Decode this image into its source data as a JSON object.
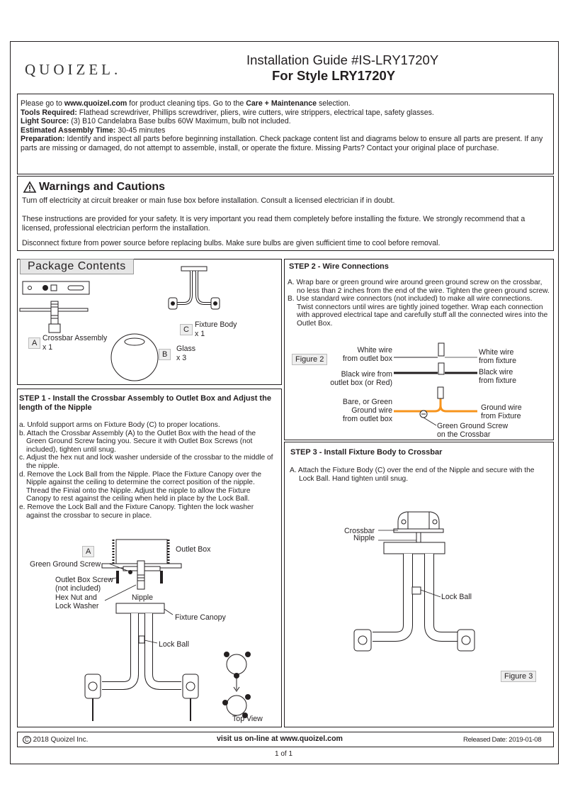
{
  "header": {
    "logo": "QUOIZEL.",
    "guide_title": "Installation Guide #IS-LRY1720Y",
    "style_title": "For Style LRY1720Y"
  },
  "intro": {
    "line1_pre": "Please go to ",
    "line1_url": "www.quoizel.com",
    "line1_mid": " for product cleaning tips. Go to the ",
    "line1_care": "Care + Maintenance",
    "line1_post": " selection.",
    "tools_label": "Tools Required:",
    "tools_text": " Flathead screwdriver, Phillips screwdriver, pliers, wire cutters, wire strippers, electrical tape, safety glasses.",
    "light_label": "Light Source:",
    "light_text": " (3) B10 Candelabra Base bulbs 60W Maximum, bulb not included.",
    "time_label": "Estimated Assembly Time:",
    "time_text": " 30-45 minutes",
    "prep_label": "Preparation:",
    "prep_text": " Identify and inspect all parts before beginning installation. Check package content list and diagrams below to ensure all parts are present. If any parts are missing or damaged, do not attempt to assemble, install, or operate the fixture. Missing Parts? Contact your original place of purchase."
  },
  "warnings": {
    "title": "Warnings and Cautions",
    "p1": "Turn off electricity at circuit breaker or main fuse box before installation. Consult a licensed electrician if in doubt.",
    "p2": "These instructions are provided for your safety. It is very important you read them completely before installing the fixture. We strongly recommend that a licensed, professional electrician perform the installation.",
    "p3": "Disconnect fixture from power source before replacing bulbs. Make sure bulbs are given sufficient time to cool before removal."
  },
  "package": {
    "title": "Package Contents",
    "items": [
      {
        "letter": "A",
        "name": "Crossbar Assembly",
        "qty": "x 1"
      },
      {
        "letter": "B",
        "name": "Glass",
        "qty": "x 3"
      },
      {
        "letter": "C",
        "name": "Fixture Body",
        "qty": "x 1"
      }
    ]
  },
  "step1": {
    "title": "STEP 1 - Install the Crossbar Assembly to Outlet Box and Adjust the length of the Nipple",
    "steps": [
      "a. Unfold support arms on Fixture Body (C) to proper locations.",
      "b. Attach the Crossbar Assembly (A) to the Outlet Box with the head of the Green Ground Screw facing you. Secure it with Outlet Box Screws (not included), tighten until snug.",
      "c. Adjust the hex nut and lock washer underside of the crossbar to the middle of the nipple.",
      "d. Remove the Lock Ball from the Nipple. Place the Fixture Canopy over the Nipple against the ceiling to determine the correct position of the nipple. Thread the Finial onto the Nipple. Adjust the nipple to allow the Fixture Canopy to rest against the ceiling when held in place by the Lock Ball.",
      "e. Remove the Lock Ball and the Fixture Canopy. Tighten the lock washer against the crossbar to secure in place."
    ],
    "labels": {
      "a": "A",
      "outlet_box": "Outlet Box",
      "green_ground_screw": "Green Ground Screw",
      "outlet_box_screw": "Outlet Box Screw",
      "not_included": "(not included)",
      "hex_nut": "Hex Nut and",
      "lock_washer": "Lock Washer",
      "nipple": "Nipple",
      "fixture_canopy": "Fixture Canopy",
      "lock_ball": "Lock Ball",
      "top_view": "Top View"
    }
  },
  "step2": {
    "title": "STEP 2 - Wire Connections",
    "steps": [
      "A. Wrap bare or green ground wire around green ground screw on the crossbar, no less than 2 inches from the end of the wire. Tighten the green ground screw.",
      "B. Use standard wire connectors (not included) to make all wire connections. Twist connectors until wires are tightly joined together. Wrap each connection with approved electrical tape and carefully stuff all the connected wires into the Outlet Box."
    ],
    "figure": "Figure 2",
    "labels": {
      "white_out_1": "White wire",
      "white_out_2": "from outlet box",
      "white_fix_1": "White wire",
      "white_fix_2": "from fixture",
      "black_out_1": "Black wire from",
      "black_out_2": "outlet box (or Red)",
      "black_fix_1": "Black wire",
      "black_fix_2": "from fixture",
      "ground_out_1": "Bare, or Green",
      "ground_out_2": "Ground wire",
      "ground_out_3": "from outlet box",
      "ground_fix_1": "Ground wire",
      "ground_fix_2": "from Fixture",
      "screw_1": "Green Ground Screw",
      "screw_2": "on the Crossbar"
    },
    "ground_color": "#f7941d"
  },
  "step3": {
    "title": "STEP 3 - Install Fixture Body to Crossbar",
    "steps": [
      "A. Attach the Fixture Body (C) over the end of the Nipple and secure with the Lock Ball. Hand tighten until snug."
    ],
    "figure": "Figure 3",
    "labels": {
      "crossbar": "Crossbar",
      "nipple": "Nipple",
      "lock_ball": "Lock Ball"
    }
  },
  "footer": {
    "copyright": "2018 Quoizel Inc.",
    "visit": "visit us on-line at www.quoizel.com",
    "released": "Released Date: 2019-01-08",
    "page": "1 of 1"
  }
}
